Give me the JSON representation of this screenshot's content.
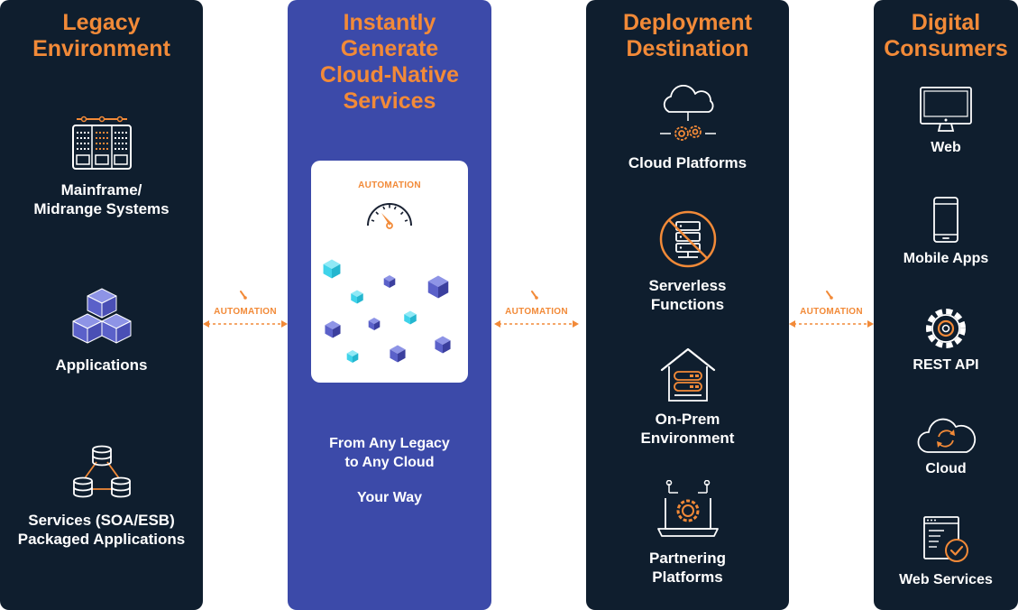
{
  "colors": {
    "panel_dark": "#0f1e2e",
    "panel_blue": "#3c4aa9",
    "accent_orange": "#f28a38",
    "cube_light": "#3fd3ea",
    "cube_dark": "#4a4fb5"
  },
  "legacy": {
    "title": "Legacy\nEnvironment",
    "items": [
      {
        "label": "Mainframe/\nMidrange Systems",
        "icon": "server-rack-icon"
      },
      {
        "label": "Applications",
        "icon": "cubes-icon"
      },
      {
        "label": "Services (SOA/ESB)\nPackaged Applications",
        "icon": "database-network-icon"
      }
    ]
  },
  "generate": {
    "title": "Instantly\nGenerate\nCloud-Native\nServices",
    "card_label": "AUTOMATION",
    "tagline": "From Any Legacy\nto Any Cloud",
    "tagline2": "Your Way"
  },
  "connectors": [
    {
      "label": "AUTOMATION"
    },
    {
      "label": "AUTOMATION"
    },
    {
      "label": "AUTOMATION"
    }
  ],
  "deployment": {
    "title": "Deployment\nDestination",
    "items": [
      {
        "label": "Cloud Platforms",
        "icon": "cloud-gears-icon"
      },
      {
        "label": "Serverless\nFunctions",
        "icon": "no-server-icon"
      },
      {
        "label": "On-Prem\nEnvironment",
        "icon": "house-server-icon"
      },
      {
        "label": "Partnering\nPlatforms",
        "icon": "laptop-gear-icon"
      }
    ]
  },
  "consumers": {
    "title": "Digital\nConsumers",
    "items": [
      {
        "label": "Web",
        "icon": "monitor-icon"
      },
      {
        "label": "Mobile Apps",
        "icon": "smartphone-icon"
      },
      {
        "label": "REST API",
        "icon": "gear-icon"
      },
      {
        "label": "Cloud",
        "icon": "cloud-sync-icon"
      },
      {
        "label": "Web Services",
        "icon": "web-service-check-icon"
      }
    ]
  }
}
